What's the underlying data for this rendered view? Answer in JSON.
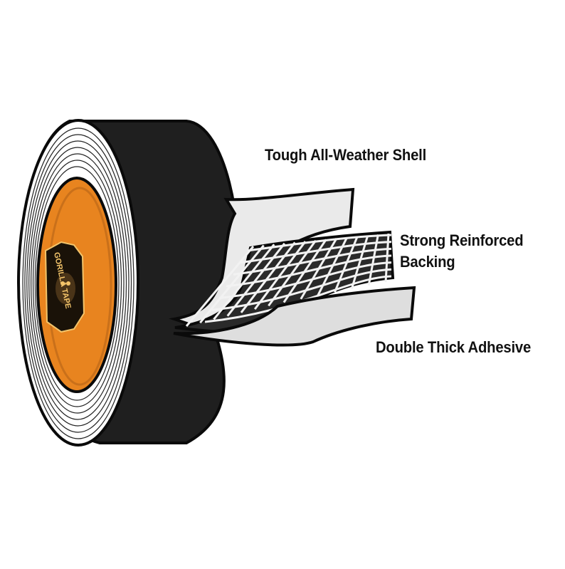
{
  "diagram": {
    "subject": "Gorilla Tape roll cutaway",
    "colors": {
      "tape": "#1f1f1f",
      "core": "#e8841f",
      "core_dark": "#b85f12",
      "layer_shell": "#e9e9e9",
      "layer_adhesive": "#dcdcdc",
      "mesh_bg": "#2b2b2b",
      "outline": "#0a0a0a"
    },
    "logo": {
      "text": "GORILLA TAPE"
    },
    "callouts": [
      {
        "id": "shell",
        "lines": [
          "Tough All-Weather Shell"
        ]
      },
      {
        "id": "backing",
        "lines": [
          "Strong Reinforced",
          "Backing"
        ]
      },
      {
        "id": "adhesive",
        "lines": [
          "Double Thick Adhesive"
        ]
      }
    ]
  }
}
